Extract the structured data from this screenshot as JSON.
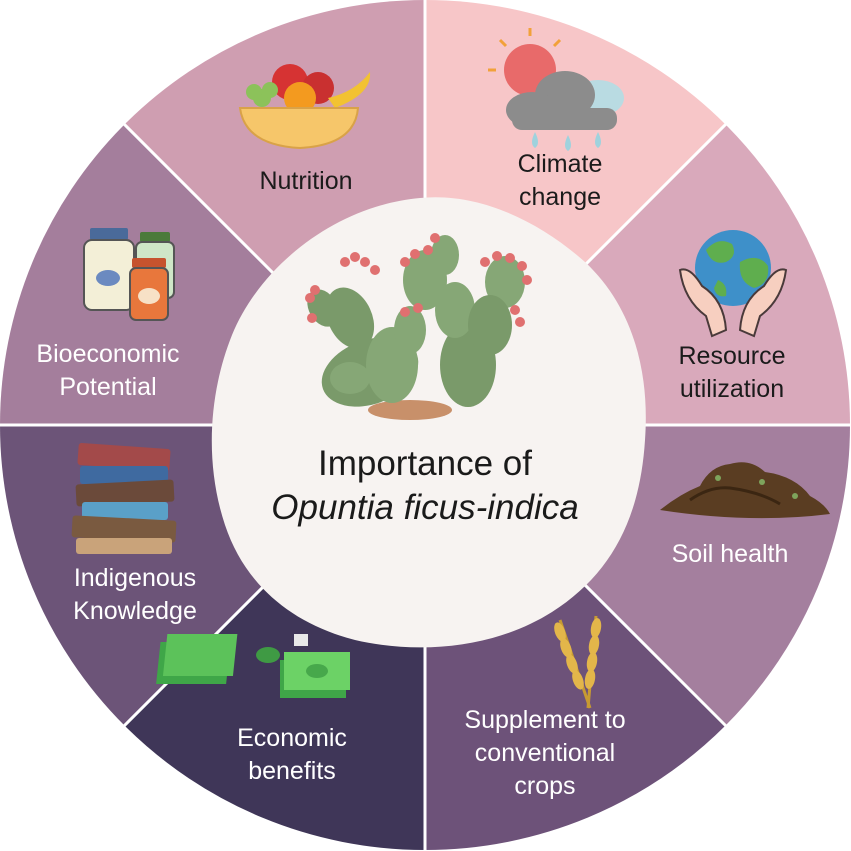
{
  "title_line1": "Importance of",
  "title_line2": "Opuntia ficus-indica",
  "segments": [
    {
      "label": "Nutrition",
      "icon": "fruit-bowl-icon",
      "color": "#cf9eb1"
    },
    {
      "label": "Climate\nchange",
      "icon": "weather-icon",
      "color": "#f7c6c8"
    },
    {
      "label": "Resource\nutilization",
      "icon": "hands-globe-icon",
      "color": "#d9a9bb"
    },
    {
      "label": "Soil health",
      "icon": "soil-pile-icon",
      "color": "#a47f9e"
    },
    {
      "label": "Supplement to\nconventional\ncrops",
      "icon": "wheat-icon",
      "color": "#6d5279"
    },
    {
      "label": "Economic\nbenefits",
      "icon": "money-stack-icon",
      "color": "#3f3658"
    },
    {
      "label": "Indigenous\nKnowledge",
      "icon": "books-icon",
      "color": "#6c5478"
    },
    {
      "label": "Bioeconomic\nPotential",
      "icon": "jars-icon",
      "color": "#a47e9c"
    }
  ]
}
